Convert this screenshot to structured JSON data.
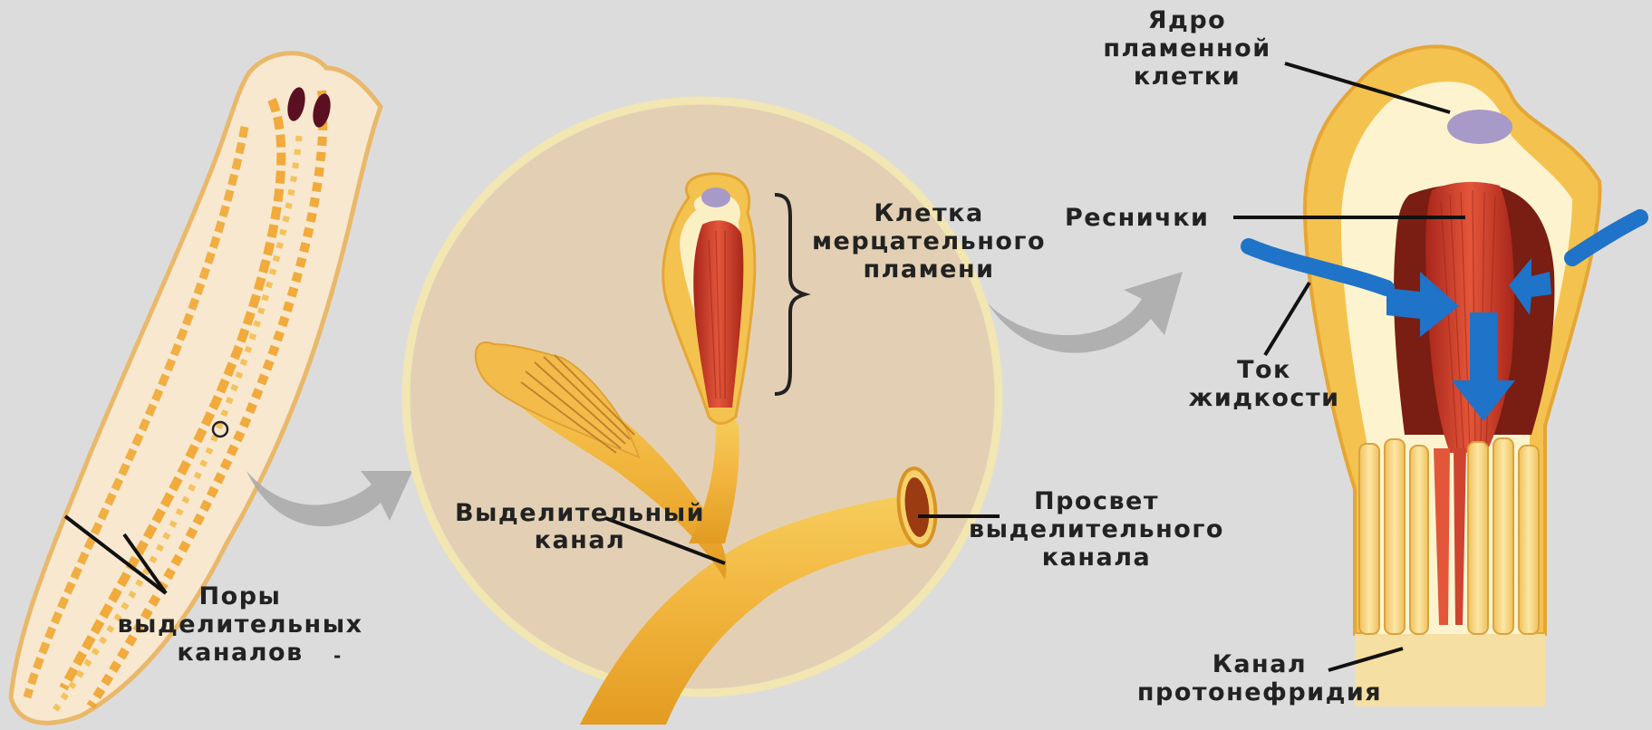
{
  "labels": {
    "pores": [
      "Поры",
      "выделительных",
      "каналов"
    ],
    "pores_dash": "-",
    "excretory_canal": [
      "Выделительный",
      "канал"
    ],
    "flame_cell": [
      "Клетка",
      "мерцательного",
      "пламени"
    ],
    "lumen": [
      "Просвет",
      "выделительного",
      "канала"
    ],
    "nucleus": [
      "Ядро",
      "пламенной",
      "клетки"
    ],
    "cilia": "Реснички",
    "fluid_flow": [
      "Ток",
      "жидкости"
    ],
    "protonephridium_canal": [
      "Канал",
      "протонефридия"
    ]
  },
  "colors": {
    "background": "#dcdcdc",
    "body_fill": "#f7e8cf",
    "canal_orange": "#f0a32a",
    "circle_fill": "#e3d0b4",
    "cell_yellow": "#f4c24e",
    "nucleus_lavender": "#a79ac8",
    "cilia_red": "#d8472c",
    "flow_blue": "#1f73c8",
    "arrow_gray": "#a8a8a8"
  }
}
